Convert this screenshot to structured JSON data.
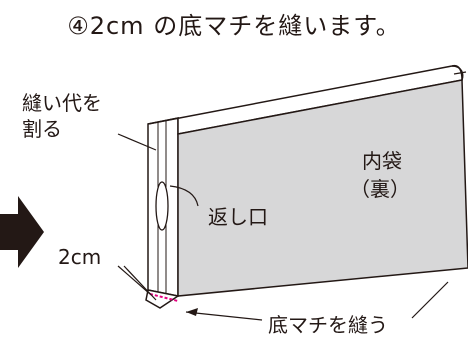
{
  "title": "④2cm の底マチを縫います。",
  "labels": {
    "seam_allowance_line1": "縫い代を",
    "seam_allowance_line2": "割る",
    "return_opening": "返し口",
    "inner_bag_line1": "内袋",
    "inner_bag_line2": "（裏）",
    "gusset_size": "2cm",
    "sew_gusset": "底マチを縫う"
  },
  "colors": {
    "ink": "#231815",
    "bag_face": "#d7d7d8",
    "bag_side": "#ffffff",
    "stitch": "#e4007f"
  },
  "icons": {
    "pointer": "right-arrow-icon"
  }
}
